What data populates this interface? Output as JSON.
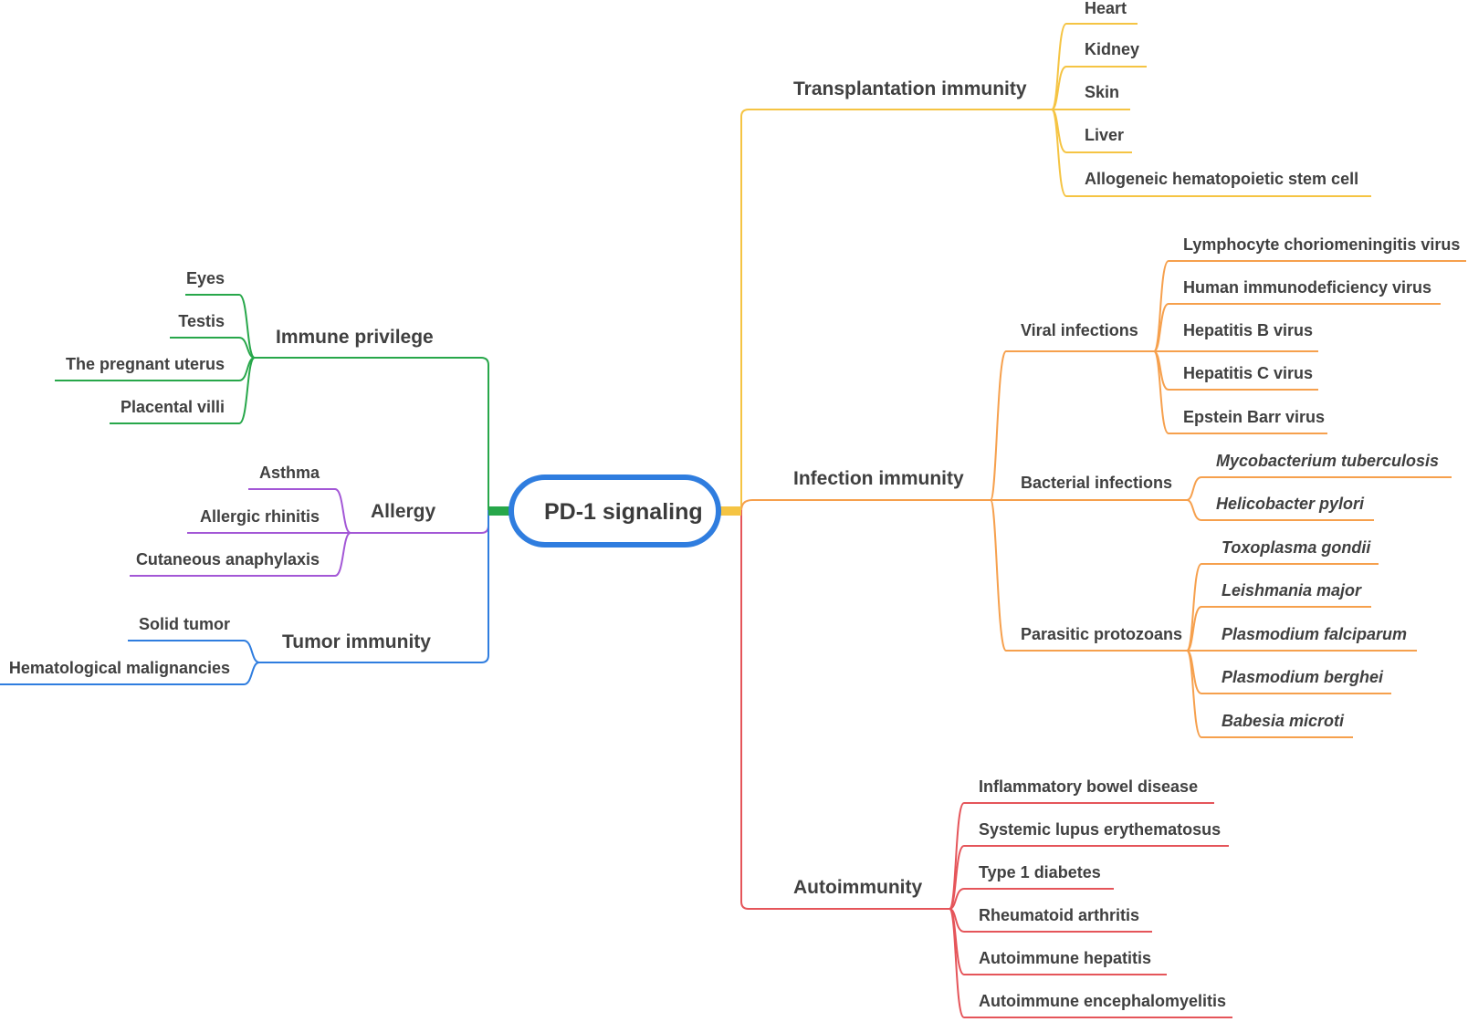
{
  "root": {
    "label": "PD-1 signaling"
  },
  "colors": {
    "transplant": "#f5c443",
    "infection": "#f6a04d",
    "autoimmunity": "#e5555a",
    "immune_privilege": "#27a74a",
    "allergy": "#a357d6",
    "tumor": "#2f7ddf",
    "root_border": "#2f7ddf"
  },
  "branches": {
    "transplant": {
      "label": "Transplantation immunity",
      "items": [
        "Heart",
        "Kidney",
        "Skin",
        "Liver",
        "Allogeneic hematopoietic stem cell"
      ]
    },
    "infection": {
      "label": "Infection immunity",
      "viral": {
        "label": "Viral infections",
        "items": [
          "Lymphocyte choriomeningitis virus",
          "Human immunodeficiency virus",
          "Hepatitis B virus",
          "Hepatitis C virus",
          "Epstein Barr virus"
        ]
      },
      "bacterial": {
        "label": "Bacterial infections",
        "items": [
          "Mycobacterium tuberculosis",
          "Helicobacter pylori"
        ]
      },
      "parasitic": {
        "label": "Parasitic protozoans",
        "items": [
          "Toxoplasma gondii",
          "Leishmania major",
          "Plasmodium falciparum",
          "Plasmodium berghei",
          "Babesia microti"
        ]
      }
    },
    "autoimmunity": {
      "label": "Autoimmunity",
      "items": [
        "Inflammatory bowel disease",
        "Systemic lupus erythematosus",
        "Type 1 diabetes",
        "Rheumatoid arthritis",
        "Autoimmune hepatitis",
        "Autoimmune encephalomyelitis"
      ]
    },
    "immune_privilege": {
      "label": "Immune privilege",
      "items": [
        "Eyes",
        "Testis",
        "The pregnant uterus",
        "Placental villi"
      ]
    },
    "allergy": {
      "label": "Allergy",
      "items": [
        "Asthma",
        "Allergic rhinitis",
        "Cutaneous anaphylaxis"
      ]
    },
    "tumor": {
      "label": "Tumor immunity",
      "items": [
        "Solid tumor",
        "Hematological malignancies"
      ]
    }
  }
}
